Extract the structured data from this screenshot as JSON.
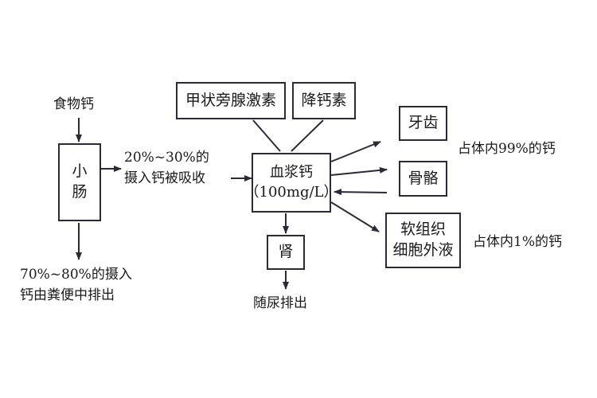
{
  "diagram": {
    "food_calcium": "食物钙",
    "small_intestine": [
      "小",
      "肠"
    ],
    "absorbed": [
      "20%~30%的",
      "摄入钙被吸收"
    ],
    "excreted_feces": [
      "70%~80%的摄入",
      "钙由粪便中排出"
    ],
    "pth": "甲状旁腺激素",
    "calcitonin": "降钙素",
    "plasma_calcium": [
      "血浆钙",
      "（100mg/L）"
    ],
    "kidney": "肾",
    "urine": "随尿排出",
    "teeth": "牙齿",
    "bone": "骨骼",
    "soft_tissue": [
      "软组织",
      "细胞外液"
    ],
    "pct99": "占体内99%的钙",
    "pct1": "占体内1%的钙"
  }
}
